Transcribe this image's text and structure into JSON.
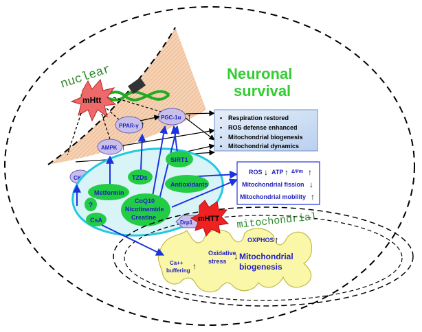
{
  "title": {
    "line1": "Neuronal",
    "line2": "survival",
    "color": "#33cc33"
  },
  "nuclear_label": "nuclear",
  "mito_label": "mitochondrial",
  "proteins": {
    "mhtt_nuclear": "mHtt",
    "mhtt_mito": "mHTT",
    "pgc1a": "PGC-1α",
    "ppar": "PPAR-γ",
    "ampk": "AMPK",
    "ckb": "CKB",
    "drp1": "Drp1"
  },
  "drugs": {
    "tzds": "TZDs",
    "sirt1": "SIRT1",
    "antioxidants": "Antioxidants",
    "metformin": "Metformin",
    "question": "?",
    "coq10_line1": "CoQ10",
    "coq10_line2": "Nicotinamide",
    "coq10_line3": "Creatine",
    "csa": "CsA"
  },
  "effects_box": {
    "items": [
      "Respiration restored",
      "ROS defense enhanced",
      "Mitochondrial biogenesis",
      "Mitochondrial dynamics"
    ]
  },
  "mito_box": {
    "ros": "ROS",
    "atp": "ATP",
    "dpsi": "ΔΨm",
    "fission": "Mitochondrial fission",
    "mobility": "Mitochondrial mobility"
  },
  "mito_inner": {
    "oxphos": "OXPHOS",
    "oxidative1": "Oxidative",
    "oxidative2": "stress",
    "biogenesis1": "Mitochondrial",
    "biogenesis2": "biogenesis",
    "ca1": "Ca++",
    "ca2": "buffering"
  },
  "colors": {
    "drug_green": "#22cc44",
    "protein_lilac": "#c8c0ea",
    "mito_yellow": "#fbf7a8",
    "nucleus_peach": "#f6d2b4",
    "effects_bg": "#cfe0f5",
    "arrow_blue": "#1a33dd",
    "mhtt_red": "#ee2222"
  }
}
